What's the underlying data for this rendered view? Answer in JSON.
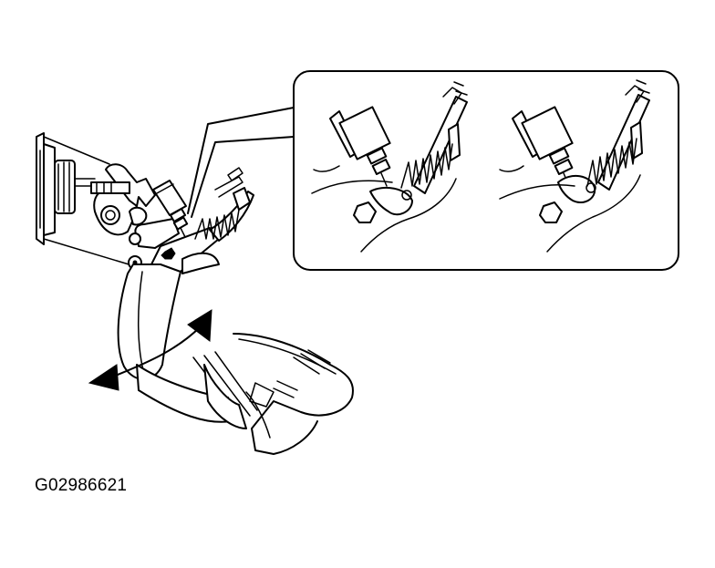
{
  "figure": {
    "id_label": "G02986621",
    "line_color": "#000000",
    "background": "#ffffff",
    "callout_panels": [
      "switch-not-pressed-detail",
      "switch-pressed-detail"
    ],
    "motion_indicator": "double-headed-curved-arrow"
  }
}
